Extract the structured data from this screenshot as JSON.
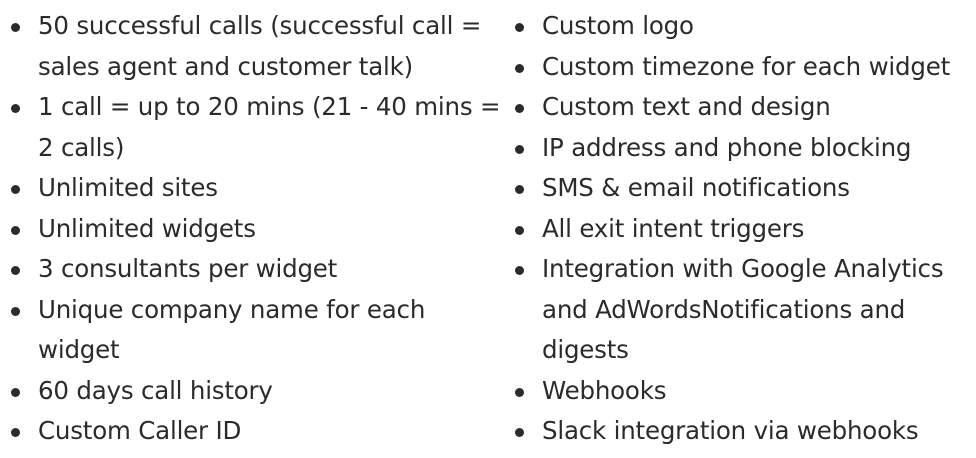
{
  "features": {
    "left": [
      "50 successful calls (successful call = sales agent and customer talk)",
      "1 call = up to 20 mins (21 - 40 mins = 2 calls)",
      "Unlimited sites",
      "Unlimited widgets",
      "3 consultants per widget",
      "Unique company name for each widget",
      "60 days call history",
      "Custom Caller ID"
    ],
    "right": [
      "Custom logo",
      "Custom timezone for each widget",
      "Custom text and design",
      "IP address and phone blocking",
      "SMS & email notifications",
      "All exit intent triggers",
      "Integration with Google Analytics and AdWordsNotifications and digests",
      "Webhooks",
      "Slack integration via webhooks"
    ]
  }
}
